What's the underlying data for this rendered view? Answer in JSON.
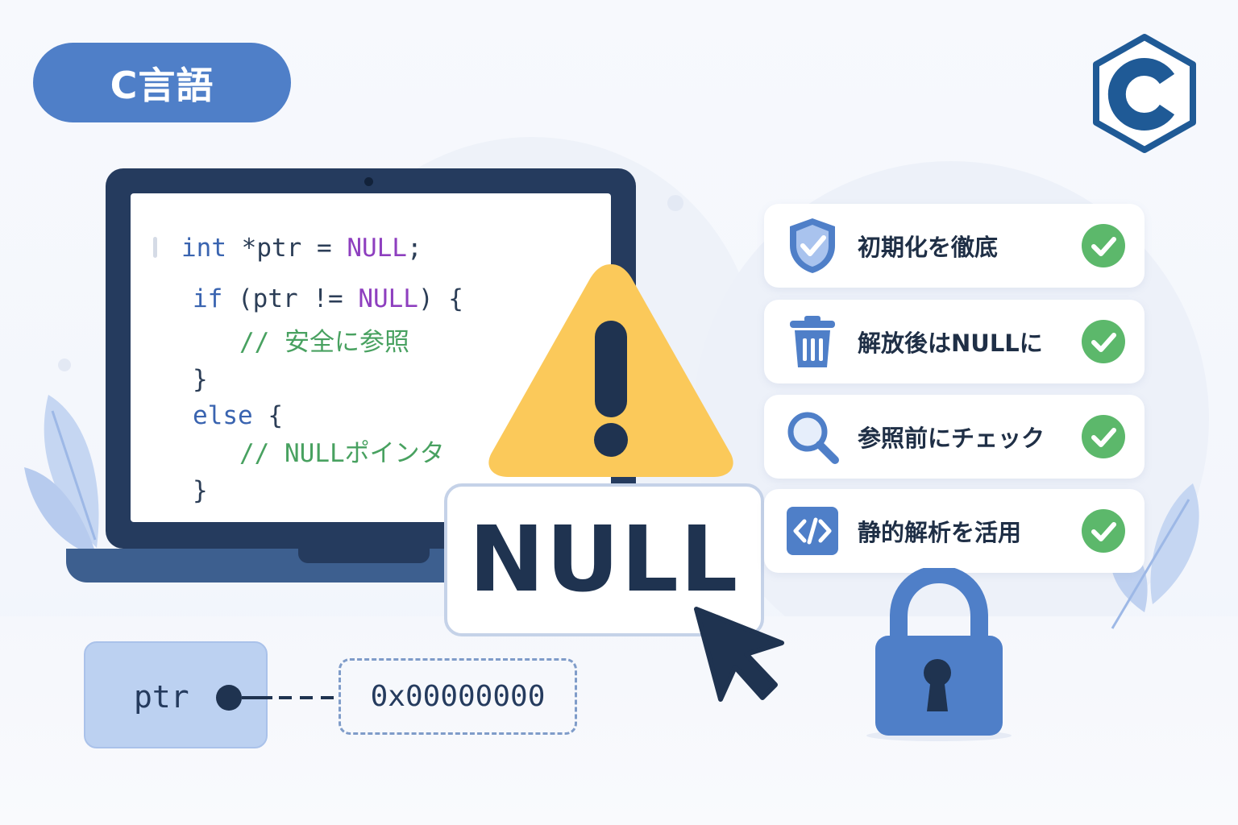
{
  "tag": {
    "label": "C言語"
  },
  "code": {
    "line1": {
      "kw": "int",
      "rest": " *ptr = ",
      "nul": "NULL",
      "end": ";"
    },
    "line2": {
      "kw": "if",
      "rest": " (ptr != ",
      "nul": "NULL",
      "end": ") {"
    },
    "line3": {
      "comment": "// 安全に参照"
    },
    "line4": {
      "text": "}"
    },
    "line5": {
      "kw": "else",
      "end": " {"
    },
    "line6": {
      "comment": "// NULLポインタ"
    },
    "line7": {
      "text": "}"
    }
  },
  "null_label": "NULL",
  "pointer": {
    "name": "ptr",
    "address": "0x00000000"
  },
  "checklist": [
    {
      "label": "初期化を徹底",
      "icon": "shield-check-icon"
    },
    {
      "label": "解放後はNULLに",
      "icon": "trash-icon"
    },
    {
      "label": "参照前にチェック",
      "icon": "magnifier-icon"
    },
    {
      "label": "静的解析を活用",
      "icon": "code-icon"
    }
  ],
  "colors": {
    "primary_blue": "#4f7fc8",
    "dark_navy": "#253b5e",
    "warning_yellow": "#fbc95a",
    "check_green": "#5cb86b",
    "keyword_blue": "#3a64b0",
    "null_purple": "#8e3fbf",
    "comment_green": "#48a160"
  }
}
